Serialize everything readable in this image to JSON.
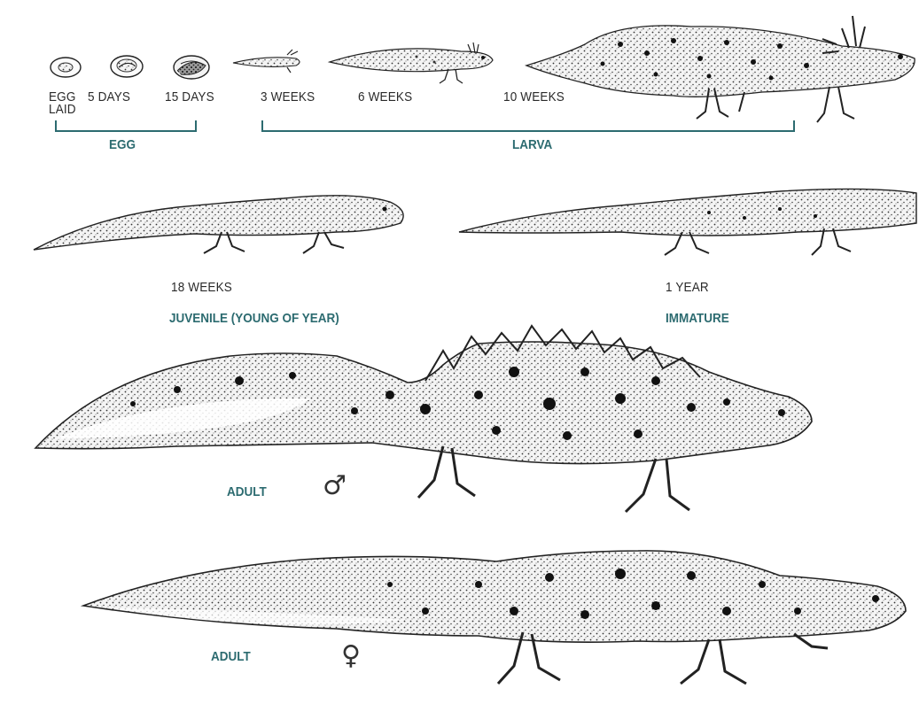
{
  "egg_stages": [
    {
      "label_line1": "EGG",
      "label_line2": "LAID"
    },
    {
      "label": "5 DAYS"
    },
    {
      "label": "15 DAYS"
    }
  ],
  "larva_stages": [
    {
      "label": "3 WEEKS"
    },
    {
      "label": "6 WEEKS"
    },
    {
      "label": "10 WEEKS"
    }
  ],
  "groups": {
    "egg": "EGG",
    "larva": "LARVA"
  },
  "juvenile": {
    "age": "18 WEEKS",
    "stage": "JUVENILE (YOUNG OF YEAR)"
  },
  "immature": {
    "age": "1 YEAR",
    "stage": "IMMATURE"
  },
  "adult_male": {
    "stage": "ADULT",
    "symbol": "♂"
  },
  "adult_female": {
    "stage": "ADULT",
    "symbol": "♀"
  },
  "colors": {
    "accent": "#2c6b70",
    "ink": "#1a1a1a",
    "text": "#2a2a2a"
  }
}
